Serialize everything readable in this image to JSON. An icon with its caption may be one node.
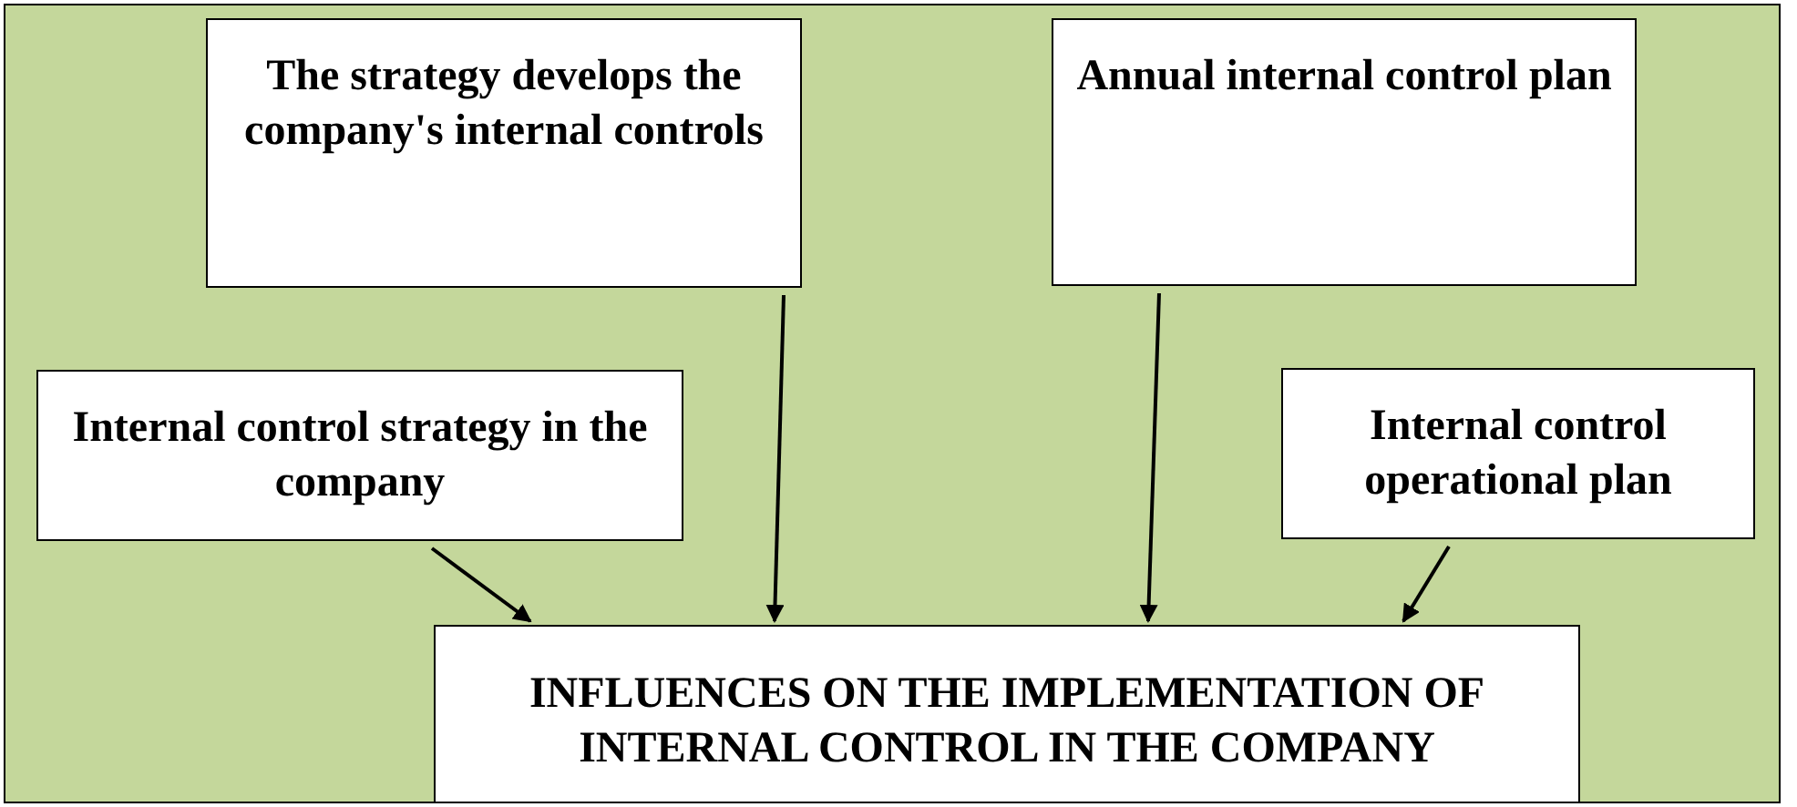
{
  "diagram": {
    "nodes": [
      {
        "text": [
          "Internal control strategy in the company"
        ]
      },
      {
        "text": [
          "The strategy develops the company's internal controls"
        ]
      },
      {
        "text": [
          "Annual internal control plan"
        ]
      },
      {
        "text": [
          "Internal control operational plan"
        ]
      },
      {
        "text": [
          "INFLUENCES ON THE IMPLEMENTATION OF INTERNAL CONTROL IN THE COMPANY"
        ]
      }
    ],
    "edges": [
      {
        "from": 0,
        "to": 4,
        "arrow": "to"
      },
      {
        "from": 1,
        "to": 4,
        "arrow": "to"
      },
      {
        "from": 2,
        "to": 4,
        "arrow": "to"
      },
      {
        "from": 3,
        "to": 4,
        "arrow": "to"
      }
    ]
  }
}
